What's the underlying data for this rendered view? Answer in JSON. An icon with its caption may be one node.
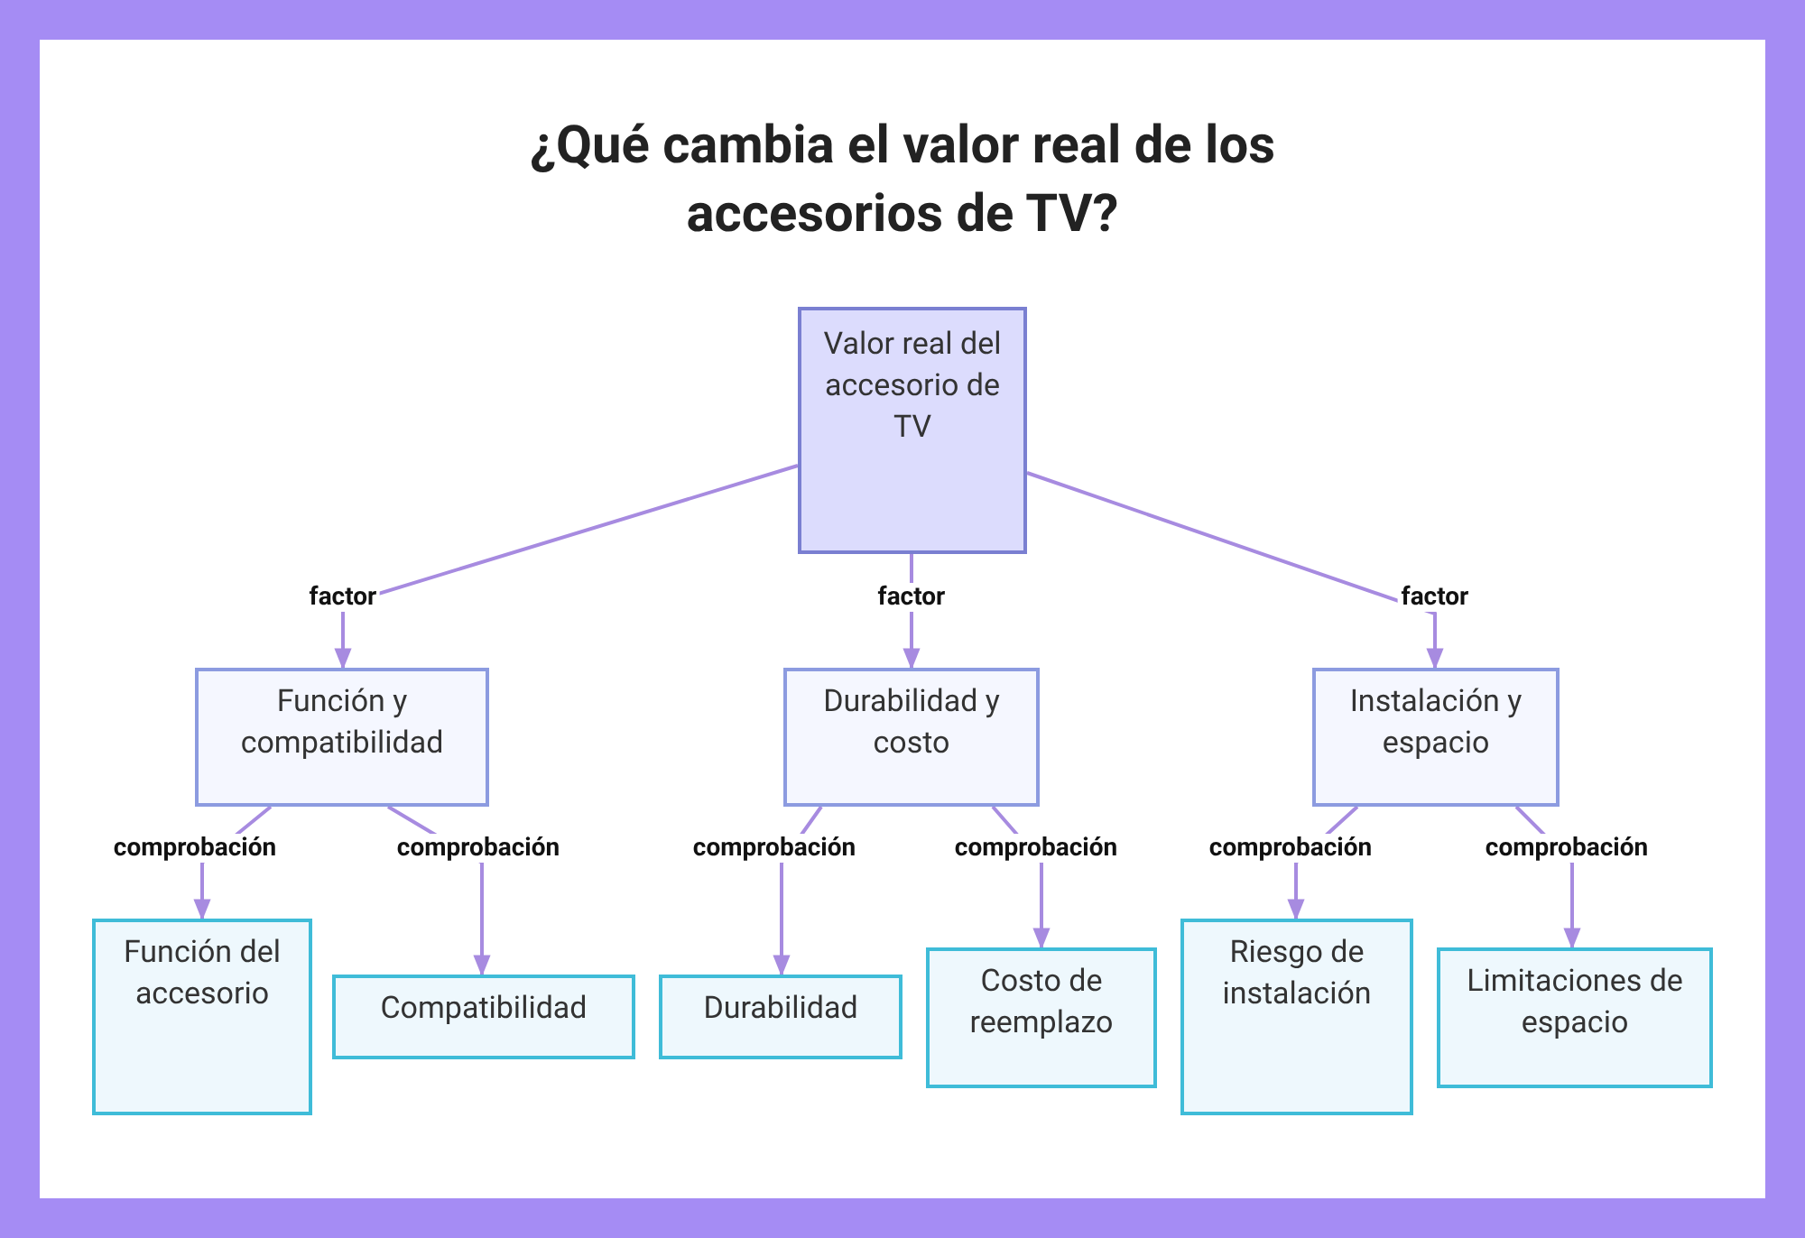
{
  "diagram": {
    "title": "¿Qué cambia el valor real de los accesorios de TV?",
    "nodes": [
      {
        "text": [
          "Valor real del accesorio de TV"
        ]
      },
      {
        "text": [
          "Función y compatibilidad"
        ]
      },
      {
        "text": [
          "Durabilidad y costo"
        ]
      },
      {
        "text": [
          "Instalación y espacio"
        ]
      },
      {
        "text": [
          "Función del accesorio"
        ]
      },
      {
        "text": [
          "Compatibilidad"
        ]
      },
      {
        "text": [
          "Durabilidad"
        ]
      },
      {
        "text": [
          "Costo de reemplazo"
        ]
      },
      {
        "text": [
          "Riesgo de instalación"
        ]
      },
      {
        "text": [
          "Limitaciones de espacio"
        ]
      }
    ],
    "edges": [
      {
        "from": 0,
        "to": 1,
        "arrow": "to",
        "label": "factor"
      },
      {
        "from": 0,
        "to": 2,
        "arrow": "to",
        "label": "factor"
      },
      {
        "from": 0,
        "to": 3,
        "arrow": "to",
        "label": "factor"
      },
      {
        "from": 1,
        "to": 4,
        "arrow": "to",
        "label": "comprobación"
      },
      {
        "from": 1,
        "to": 5,
        "arrow": "to",
        "label": "comprobación"
      },
      {
        "from": 2,
        "to": 6,
        "arrow": "to",
        "label": "comprobación"
      },
      {
        "from": 2,
        "to": 7,
        "arrow": "to",
        "label": "comprobación"
      },
      {
        "from": 3,
        "to": 8,
        "arrow": "to",
        "label": "comprobación"
      },
      {
        "from": 3,
        "to": 9,
        "arrow": "to",
        "label": "comprobación"
      }
    ]
  }
}
